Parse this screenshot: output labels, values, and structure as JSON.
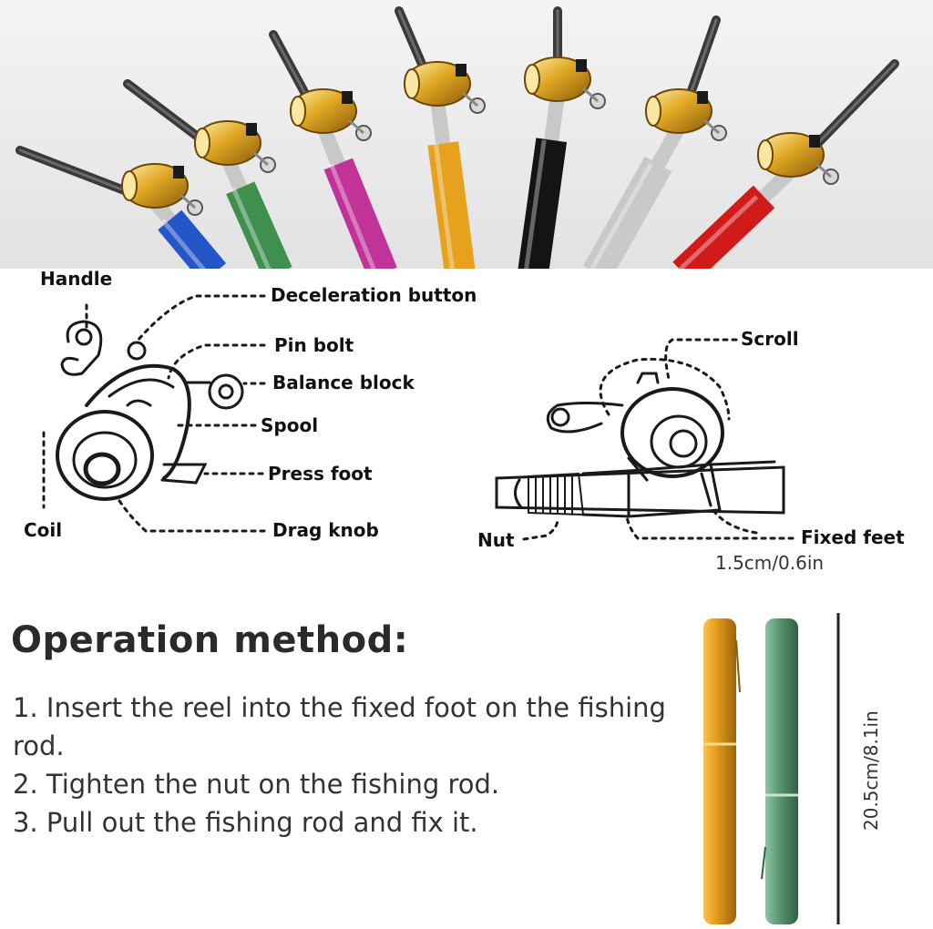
{
  "diagram_labels": {
    "handle": "Handle",
    "deceleration_button": "Deceleration button",
    "pin_bolt": "Pin bolt",
    "balance_block": "Balance block",
    "spool": "Spool",
    "press_foot": "Press foot",
    "coil": "Coil",
    "drag_knob": "Drag knob",
    "scroll": "Scroll",
    "nut": "Nut",
    "fixed_feet": "Fixed feet"
  },
  "dimensions": {
    "width": "1.5cm/0.6in",
    "height": "20.5cm/8.1in"
  },
  "instructions": {
    "heading": "Operation method:",
    "steps": [
      "1. Insert the reel into the fixed foot on the fishing rod.",
      "2. Tighten the nut on the fishing rod.",
      "3. Pull out the fishing rod and fix it."
    ]
  },
  "rod_colors": [
    "#2456c7",
    "#3f8f4f",
    "#c2339a",
    "#e6a21c",
    "#141414",
    "#c9c9c9",
    "#d11a1a"
  ],
  "reel_color": "#d9a21f"
}
